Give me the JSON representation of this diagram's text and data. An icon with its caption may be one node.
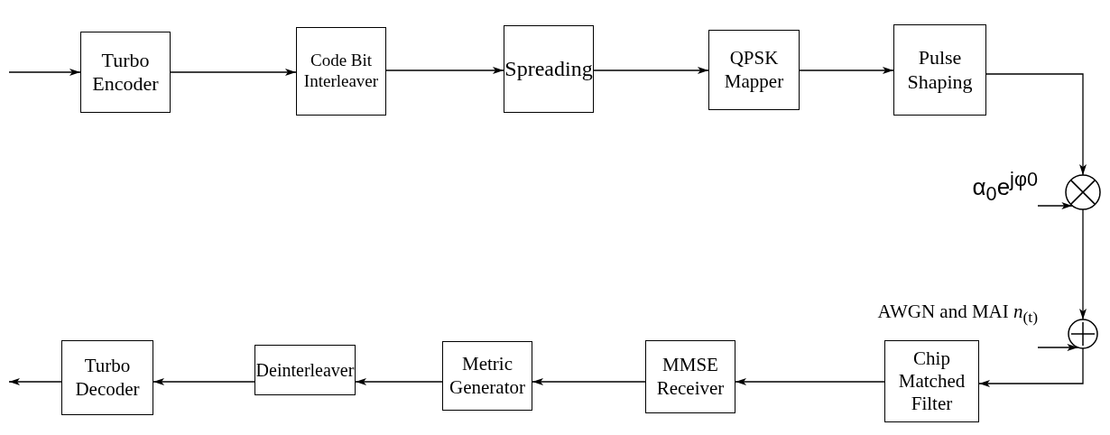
{
  "diagram": {
    "nodes": [
      {
        "text": [
          "Turbo Encoder"
        ]
      },
      {
        "text": [
          "Code Bit Interleaver"
        ]
      },
      {
        "text": [
          "Spreading"
        ]
      },
      {
        "text": [
          "QPSK Mapper"
        ]
      },
      {
        "text": [
          "Pulse Shaping"
        ]
      },
      {
        "text": [
          "α$_{0}$e$^{jφ0}$"
        ]
      },
      {
        "text": [],
        "shape": "circle"
      },
      {
        "text": [
          "AWGN and MAI *n*$_{(t)}$"
        ]
      },
      {
        "text": [],
        "shape": "circle"
      },
      {
        "text": [
          "Chip Matched Filter"
        ]
      },
      {
        "text": [
          "MMSE Receiver"
        ]
      },
      {
        "text": [
          "Metric Generator"
        ]
      },
      {
        "text": [
          "Deinterleaver"
        ]
      },
      {
        "text": [
          "Turbo Decoder"
        ]
      }
    ],
    "edges": [
      {
        "from": null,
        "to": 0,
        "arrow": "to"
      },
      {
        "from": 0,
        "to": 1,
        "arrow": "to"
      },
      {
        "from": 1,
        "to": 2,
        "arrow": "to"
      },
      {
        "from": 2,
        "to": 3,
        "arrow": "to"
      },
      {
        "from": 3,
        "to": 4,
        "arrow": "to"
      },
      {
        "from": 4,
        "to": 6,
        "arrow": "to"
      },
      {
        "from": 5,
        "to": 6,
        "arrow": "to"
      },
      {
        "from": 6,
        "to": 8,
        "arrow": "to"
      },
      {
        "from": 7,
        "to": 8,
        "arrow": "to"
      },
      {
        "from": 8,
        "to": 9,
        "arrow": "to"
      },
      {
        "from": 9,
        "to": 10,
        "arrow": "to"
      },
      {
        "from": 10,
        "to": 11,
        "arrow": "to"
      },
      {
        "from": 11,
        "to": 12,
        "arrow": "to"
      },
      {
        "from": 12,
        "to": 13,
        "arrow": "to"
      },
      {
        "from": 13,
        "to": null,
        "arrow": "to"
      }
    ]
  }
}
